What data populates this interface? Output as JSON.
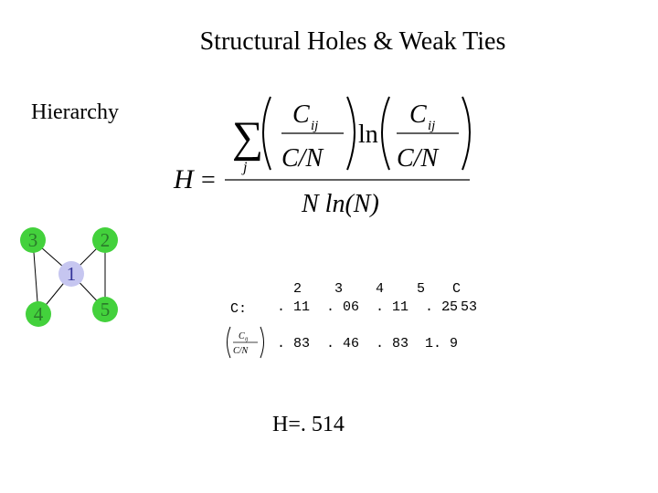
{
  "slide": {
    "title": "Structural Holes & Weak Ties",
    "section_label": "Hierarchy"
  },
  "graph": {
    "nodes": [
      {
        "id": "1",
        "label": "1",
        "color": "#c6c6f0"
      },
      {
        "id": "2",
        "label": "2",
        "color": "#43d13c"
      },
      {
        "id": "3",
        "label": "3",
        "color": "#43d13c"
      },
      {
        "id": "4",
        "label": "4",
        "color": "#43d13c"
      },
      {
        "id": "5",
        "label": "5",
        "color": "#43d13c"
      }
    ],
    "edges": [
      [
        "1",
        "2"
      ],
      [
        "1",
        "3"
      ],
      [
        "1",
        "4"
      ],
      [
        "1",
        "5"
      ],
      [
        "2",
        "5"
      ],
      [
        "3",
        "4"
      ]
    ]
  },
  "formula": {
    "lhs": "H",
    "equals": "=",
    "sum": "∑",
    "index": "j",
    "C": "C",
    "sub": "ij",
    "slash": "C/N",
    "ln": "ln",
    "denominator": "N ln(N)"
  },
  "table": {
    "c_label": "C:",
    "header": "  2    3    4    5",
    "c_values": ". 11  . 06  . 11  . 25",
    "ratio_values": ". 83  . 46  . 83  1. 9",
    "total_header": "C",
    "total_value": ". 53"
  },
  "result": "H=. 514",
  "colors": {
    "accent_green": "#43d13c",
    "ego_node": "#c6c6f0"
  }
}
